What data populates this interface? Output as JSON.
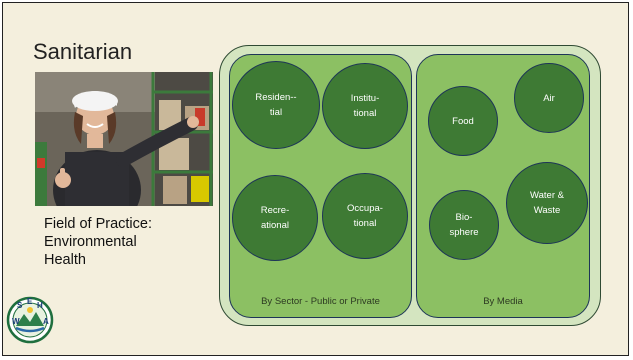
{
  "slide": {
    "title": "Sanitarian",
    "caption_lines": [
      "Field of Practice:",
      "Environmental",
      "Health"
    ]
  },
  "logo": {
    "letters": [
      "W",
      "S",
      "E",
      "H",
      "A"
    ]
  },
  "diagram": {
    "sector_panel_label": "By Sector - Public or Private",
    "media_panel_label": "By Media",
    "sector_circles": [
      {
        "id": "residential",
        "label": "Residen--\ntial"
      },
      {
        "id": "institutional",
        "label": "Institu-\ntional"
      },
      {
        "id": "recreational",
        "label": "Recre-\national"
      },
      {
        "id": "occupational",
        "label": "Occupa-\ntional"
      }
    ],
    "media_circles": [
      {
        "id": "food",
        "label": "Food"
      },
      {
        "id": "air",
        "label": "Air"
      },
      {
        "id": "biosphere",
        "label": "Bio-\nsphere"
      },
      {
        "id": "water-waste",
        "label": "Water &\nWaste"
      }
    ]
  },
  "colors": {
    "slide_bg": "#f4efdd",
    "outer_panel": "#d4e5c0",
    "inner_panel": "#8cc063",
    "circle_fill": "#3e7a34",
    "border_navy": "#1d3557"
  }
}
